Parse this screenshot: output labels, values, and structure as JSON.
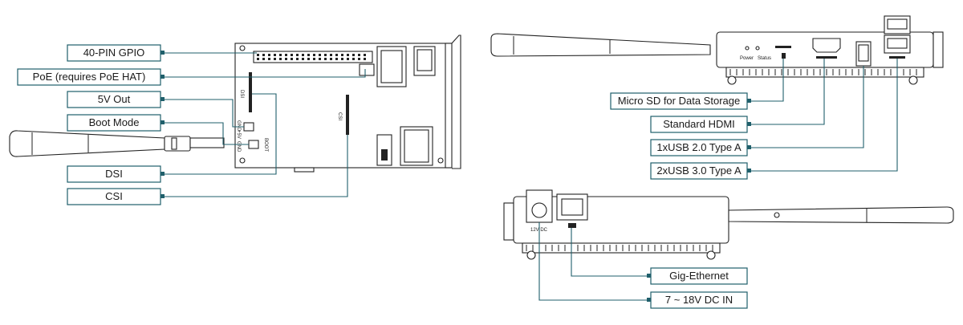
{
  "left_board": {
    "callouts": [
      {
        "id": "gpio",
        "label": "40-PIN GPIO"
      },
      {
        "id": "poe",
        "label": "PoE (requires PoE HAT)"
      },
      {
        "id": "5v",
        "label": "5V Out"
      },
      {
        "id": "boot",
        "label": "Boot Mode"
      },
      {
        "id": "dsi",
        "label": "DSI"
      },
      {
        "id": "csi",
        "label": "CSI"
      }
    ],
    "silkscreen": {
      "dsi": "DSI",
      "csi": "CSI",
      "gnd": "GND",
      "v5": "+5V",
      "gnd2": "GND",
      "boot": "BOOT"
    }
  },
  "right_top": {
    "panel_labels": {
      "power": "Power",
      "status": "Status"
    },
    "callouts": [
      {
        "id": "sd",
        "label": "Micro SD for Data Storage"
      },
      {
        "id": "hdmi",
        "label": "Standard HDMI"
      },
      {
        "id": "usb2",
        "label": "1xUSB 2.0 Type A"
      },
      {
        "id": "usb3",
        "label": "2xUSB 3.0 Type A"
      }
    ]
  },
  "right_bottom": {
    "panel_labels": {
      "dc": "12V DC"
    },
    "callouts": [
      {
        "id": "eth",
        "label": "Gig-Ethernet"
      },
      {
        "id": "dcin",
        "label": "7 ~ 18V DC IN"
      }
    ]
  },
  "colors": {
    "callout_border": "#1f5f6b",
    "device_line": "#222222"
  }
}
